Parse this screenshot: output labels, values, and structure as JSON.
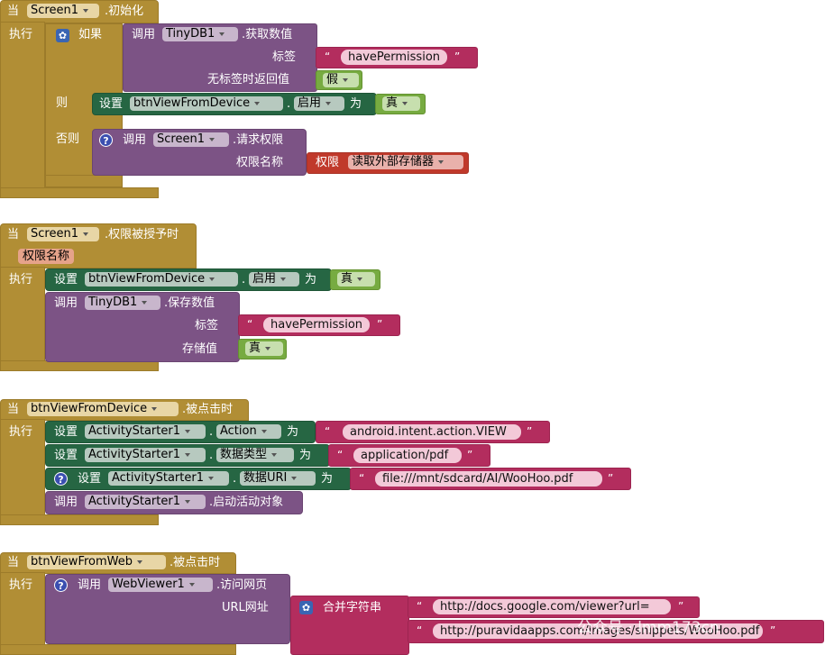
{
  "kw": {
    "when": "当",
    "do": "执行",
    "if": "如果",
    "then": "则",
    "else": "否则",
    "call": "调用",
    "set": "设置",
    "to": "为",
    "dot": "."
  },
  "block1": {
    "component": "Screen1",
    "event": ".初始化",
    "db": "TinyDB1",
    "db_method": ".获取数值",
    "tag_label": "标签",
    "tag_value": "havePermission",
    "default_label": "无标签时返回值",
    "default_value": "假",
    "set_component": "btnViewFromDevice",
    "set_property": "启用",
    "set_value": "真",
    "call_component": "Screen1",
    "call_method": ".请求权限",
    "perm_label": "权限名称",
    "perm_kw": "权限",
    "perm_value": "读取外部存储器"
  },
  "block2": {
    "component": "Screen1",
    "event": ".权限被授予时",
    "param": "权限名称",
    "set_component": "btnViewFromDevice",
    "set_property": "启用",
    "set_value": "真",
    "db": "TinyDB1",
    "db_method": ".保存数值",
    "tag_label": "标签",
    "tag_value": "havePermission",
    "store_label": "存储值",
    "store_value": "真"
  },
  "block3": {
    "component": "btnViewFromDevice",
    "event": ".被点击时",
    "rows": [
      {
        "component": "ActivityStarter1",
        "property": "Action",
        "value": "android.intent.action.VIEW"
      },
      {
        "component": "ActivityStarter1",
        "property": "数据类型",
        "value": "application/pdf"
      },
      {
        "component": "ActivityStarter1",
        "property": "数据URI",
        "value": "file:///mnt/sdcard/AI/WooHoo.pdf"
      }
    ],
    "call_component": "ActivityStarter1",
    "call_method": ".启动活动对象"
  },
  "block4": {
    "component": "btnViewFromWeb",
    "event": ".被点击时",
    "call_component": "WebViewer1",
    "call_method": ".访问网页",
    "url_label": "URL网址",
    "join_label": "合并字符串",
    "str1": "http://docs.google.com/viewer?url=",
    "str2": "http://puravidaapps.com/images/snippets/WooHoo.pdf"
  },
  "watermark": "公众号 · lmm173cn",
  "colors": {
    "event": "#b18e35",
    "procedure": "#7c5385",
    "setter": "#266643",
    "text": "#b32d5e",
    "logic": "#77ab41",
    "permission": "#c0392b"
  }
}
